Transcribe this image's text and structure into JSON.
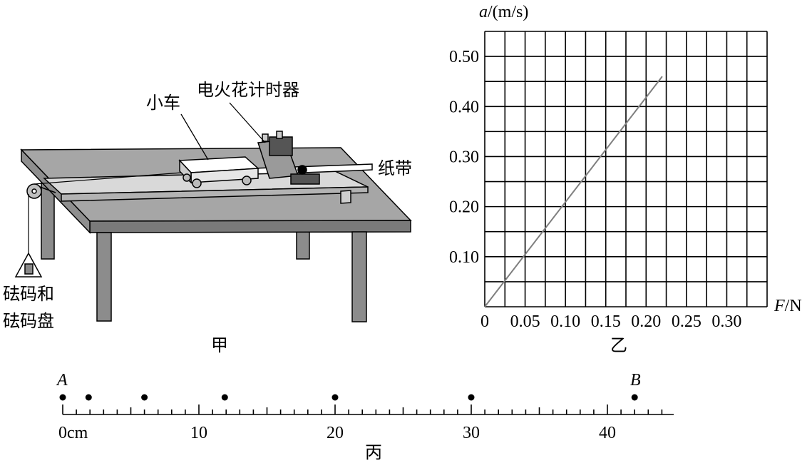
{
  "apparatus": {
    "caption": "甲",
    "labels": {
      "cart": "小车",
      "timer": "电火花计时器",
      "tape": "纸带",
      "weights_line1": "砝码和",
      "weights_line2": "砝码盘"
    }
  },
  "graph": {
    "caption": "乙",
    "y_axis_label_var": "a",
    "y_axis_label_unit": "/(m/s)",
    "x_axis_label_var": "F",
    "x_axis_label_unit": "/N",
    "origin_label": "0"
  },
  "chart_data": {
    "type": "line",
    "xlabel": "F/N",
    "ylabel": "a/(m/s)",
    "xlim": [
      0,
      0.35
    ],
    "ylim": [
      0,
      0.55
    ],
    "x_ticks": [
      "0.05",
      "0.10",
      "0.15",
      "0.20",
      "0.25",
      "0.30"
    ],
    "y_ticks": [
      "0.10",
      "0.20",
      "0.30",
      "0.40",
      "0.50"
    ],
    "grid": true,
    "series": [
      {
        "x": [
          0,
          0.22
        ],
        "y": [
          0,
          0.46
        ]
      }
    ]
  },
  "tape_ruler": {
    "caption": "丙",
    "point_start_label": "A",
    "point_end_label": "B",
    "dots_cm": [
      0,
      1.9,
      6.0,
      11.9,
      20.0,
      30.0,
      42.0
    ],
    "major_ticks": [
      "0cm",
      "10",
      "20",
      "30",
      "40"
    ]
  },
  "colors": {
    "table_top": "#a6a6a6",
    "table_edge": "#7a7a7a",
    "line_color": "#7f7f7f"
  }
}
